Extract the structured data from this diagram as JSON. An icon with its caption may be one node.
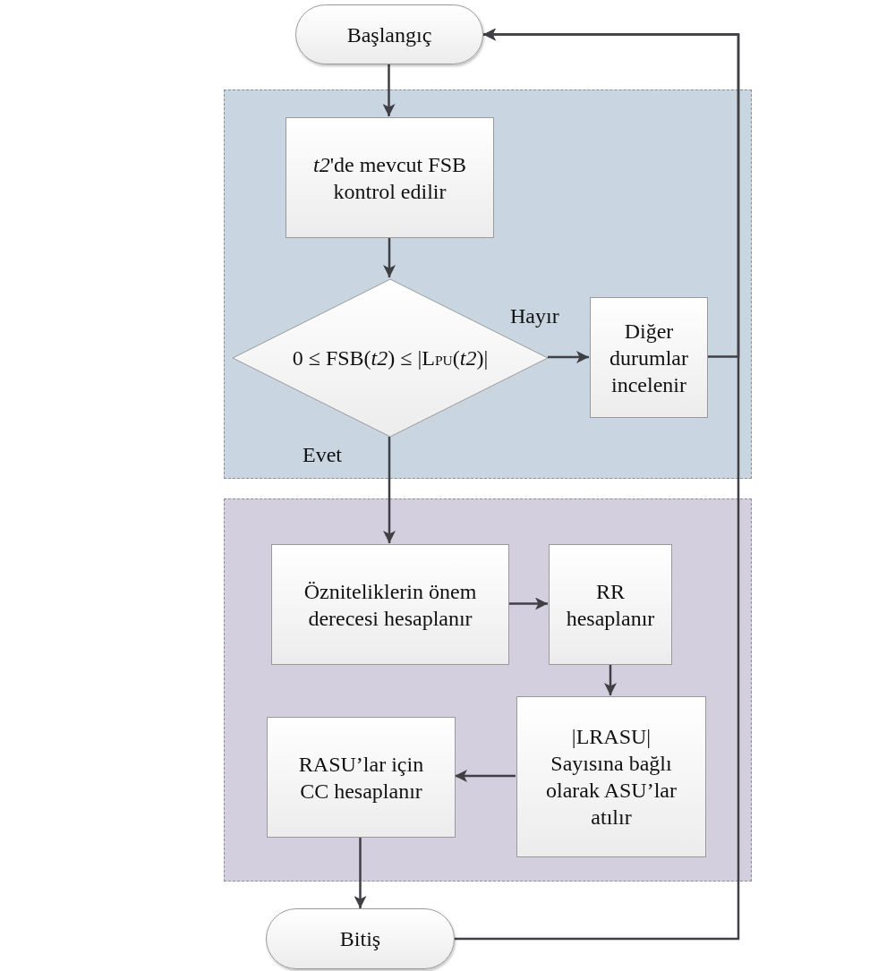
{
  "diagram": {
    "nodes": [
      {
        "text": [
          "Başlangıç"
        ]
      },
      {
        "text": [],
        "shape": "box"
      },
      {
        "text": [
          "*t2*'de mevcut FSB kontrol edilir"
        ],
        "in": 1
      },
      {
        "text": [
          "0 ≤ FSB(*t2*) ≤ |L$_{PU}$(*t2*)|"
        ],
        "in": 1
      },
      {
        "text": [
          "Diğer durumlar incelenir"
        ],
        "in": 1
      },
      {
        "text": [],
        "shape": "box"
      },
      {
        "text": [
          "Özniteliklerin önem derecesi hesaplanır"
        ],
        "in": 5
      },
      {
        "text": [
          "RR hesaplanır"
        ],
        "in": 5
      },
      {
        "text": [
          "|LRASU| Sayısına bağlı olarak ASU’lar atılır"
        ],
        "in": 5
      },
      {
        "text": [
          "RASU’lar için CC hesaplanır"
        ],
        "in": 5
      },
      {
        "text": [
          "Bitiş"
        ]
      }
    ],
    "edges": [
      {
        "from": 0,
        "to": 2,
        "arrow": "to"
      },
      {
        "from": 2,
        "to": 3,
        "arrow": "to"
      },
      {
        "from": 3,
        "to": 4,
        "arrow": "to",
        "label": "Hayır"
      },
      {
        "from": 4,
        "to": 0,
        "arrow": "to"
      },
      {
        "from": 3,
        "to": 6,
        "arrow": "to",
        "label": "Evet"
      },
      {
        "from": 6,
        "to": 7,
        "arrow": "to"
      },
      {
        "from": 7,
        "to": 8,
        "arrow": "to"
      },
      {
        "from": 8,
        "to": 9,
        "arrow": "to"
      },
      {
        "from": 9,
        "to": 10,
        "arrow": "to"
      },
      {
        "from": 10,
        "to": 0,
        "arrow": "to"
      }
    ]
  }
}
